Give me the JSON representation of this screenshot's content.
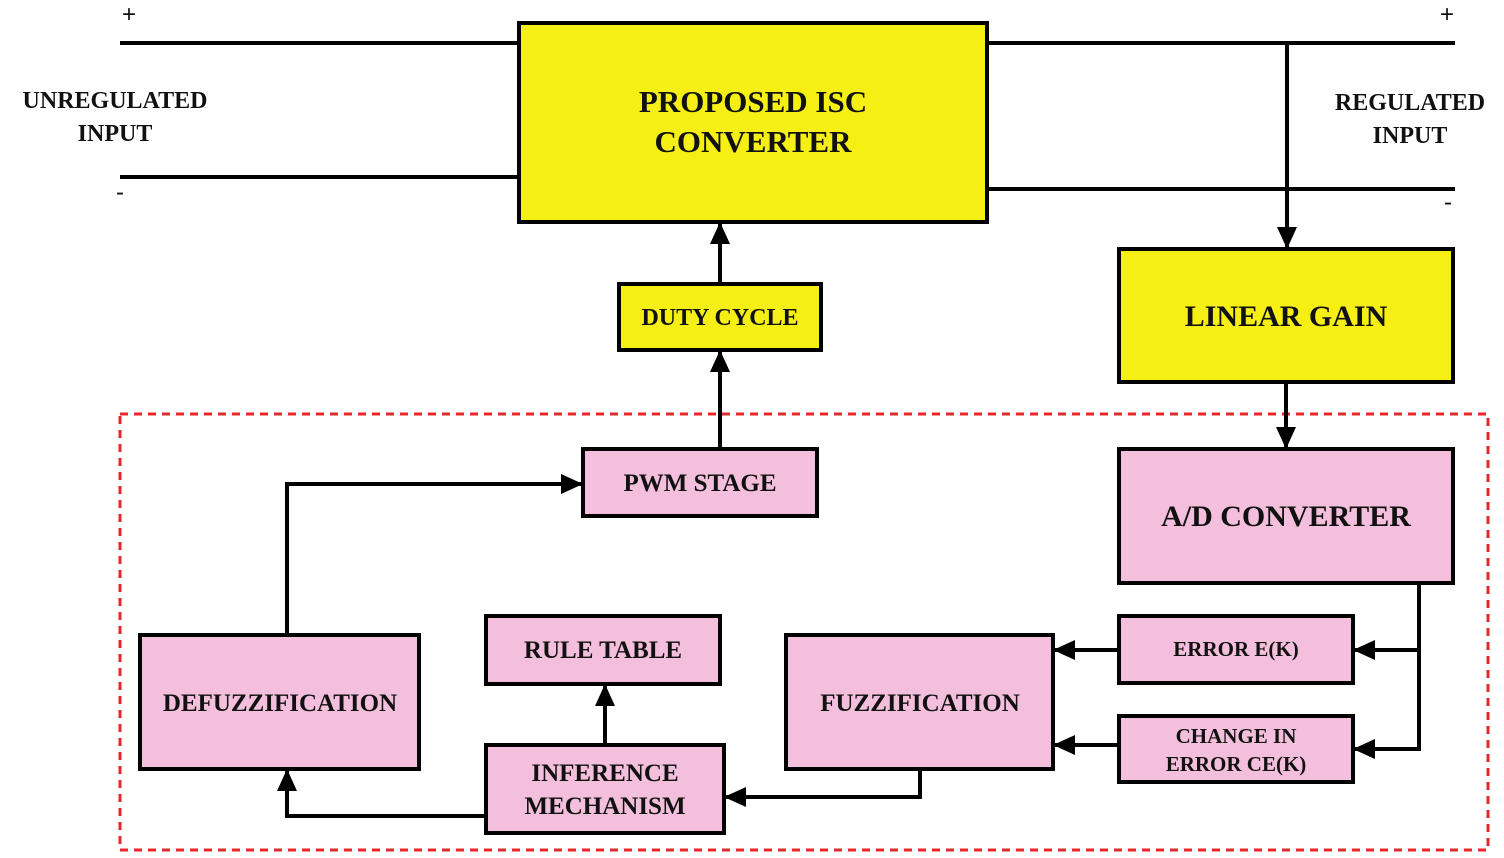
{
  "colors": {
    "converter_fill": "#f5ef14",
    "control_fill": "#f3bfdc",
    "line": "#000000",
    "dashed_border": "#e8262a"
  },
  "terminals": {
    "input_plus": "+",
    "input_minus": "-",
    "output_plus": "+",
    "output_minus": "-"
  },
  "labels": {
    "unregulated_input": [
      "UNREGULATED",
      "INPUT"
    ],
    "regulated_input": [
      "REGULATED",
      "INPUT"
    ]
  },
  "blocks": {
    "converter": [
      "PROPOSED ISC",
      "CONVERTER"
    ],
    "duty_cycle": "DUTY CYCLE",
    "linear_gain": "LINEAR GAIN",
    "pwm_stage": "PWM STAGE",
    "ad_converter": "A/D CONVERTER",
    "rule_table": "RULE TABLE",
    "defuzzification": "DEFUZZIFICATION",
    "fuzzification": "FUZZIFICATION",
    "error": "ERROR E(K)",
    "change_in_error": [
      "CHANGE IN",
      "ERROR CE(K)"
    ],
    "inference": [
      "INFERENCE",
      "MECHANISM"
    ]
  }
}
